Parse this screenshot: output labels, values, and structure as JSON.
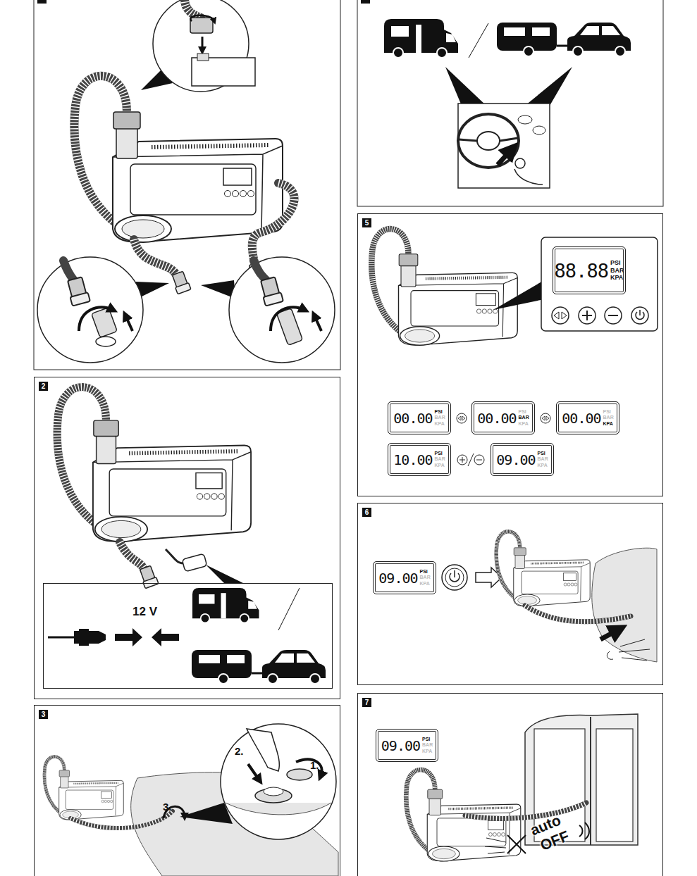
{
  "diagram": {
    "nodes": [
      {
        "text": [
          "2"
        ]
      },
      {
        "text": [
          "12 V"
        ],
        "in": 0
      },
      {
        "text": [
          "3"
        ]
      },
      {
        "text": [
          "5"
        ]
      },
      {
        "text": [
          "88.88",
          "PSI",
          "BAR",
          "KPA"
        ],
        "in": 3
      },
      {
        "text": [
          "00.00",
          "PSI",
          "BAR",
          "KPA"
        ],
        "in": 3
      },
      {
        "text": [
          "00.00",
          "PSI",
          "BAR",
          "KPA"
        ],
        "in": 3
      },
      {
        "text": [
          "00.00",
          "PSI",
          "BAR",
          "KPA"
        ],
        "in": 3
      },
      {
        "text": [
          "10.00",
          "PSI",
          "BAR",
          "KPA"
        ],
        "in": 3
      },
      {
        "text": [
          "09.00",
          "PSI",
          "BAR",
          "KPA"
        ],
        "in": 3
      },
      {
        "text": [
          "6"
        ]
      },
      {
        "text": [
          "09.00",
          "PSI",
          "BAR",
          "KPA"
        ],
        "in": 10
      },
      {
        "text": [
          "7"
        ]
      },
      {
        "text": [
          "09.00",
          "PSI",
          "BAR",
          "KPA"
        ],
        "in": 12
      }
    ],
    "labels": [
      "1.",
      "2.",
      "3.",
      "auto",
      "OFF"
    ]
  }
}
